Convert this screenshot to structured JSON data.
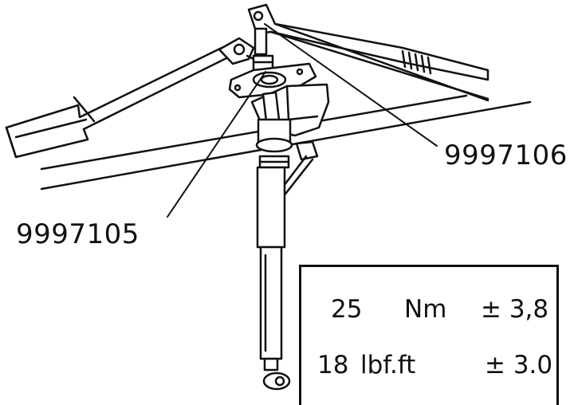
{
  "callouts": {
    "tool_a": "9997106",
    "tool_b": "9997105"
  },
  "torque_spec": {
    "metric": {
      "value": "25",
      "unit": "Nm",
      "tolerance": "± 3,8"
    },
    "imperial": {
      "value": "18",
      "unit": "lbf.ft",
      "tolerance": "± 3.0"
    }
  }
}
